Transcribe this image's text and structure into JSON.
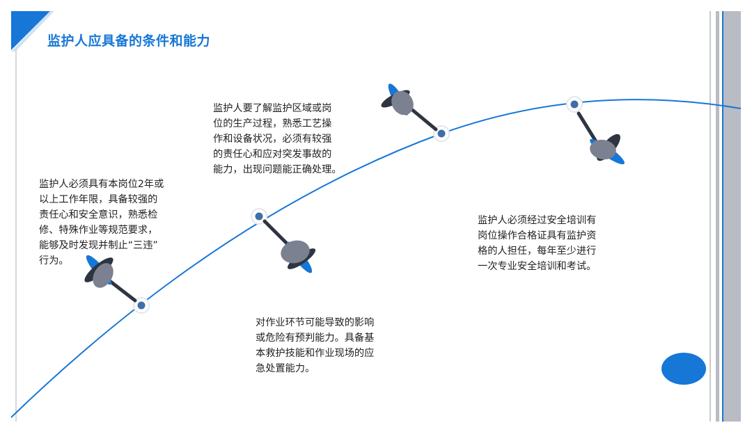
{
  "title": "监护人应具备的条件和能力",
  "items": [
    {
      "text": "监护人必须具有本岗位2年或\n以上工作年限，具备较强的\n责任心和安全意识，熟悉检\n修、特殊作业等规范要求，\n能够及时发现并制止“三违”\n行为。"
    },
    {
      "text": "监护人要了解监护区域或岗\n位的生产过程，熟悉工艺操\n作和设备状况，必须有较强\n的责任心和应对突发事故的\n能力，出现问题能正确处理。"
    },
    {
      "text": "对作业环节可能导致的影响\n或危险有预判能力。具备基\n本救护技能和作业现场的应\n急处置能力。"
    },
    {
      "text": "监护人必须经过安全培训有\n岗位操作合格证具有监护资\n格的人担任，每年至少进行\n一次专业安全培训和考试。"
    }
  ],
  "colors": {
    "accent": "#1677d6",
    "dart_gray": "#7b8191",
    "dart_dark": "#2f3442",
    "dot": "#3f6ea8",
    "stripe_gray": "#b9bcc4"
  }
}
